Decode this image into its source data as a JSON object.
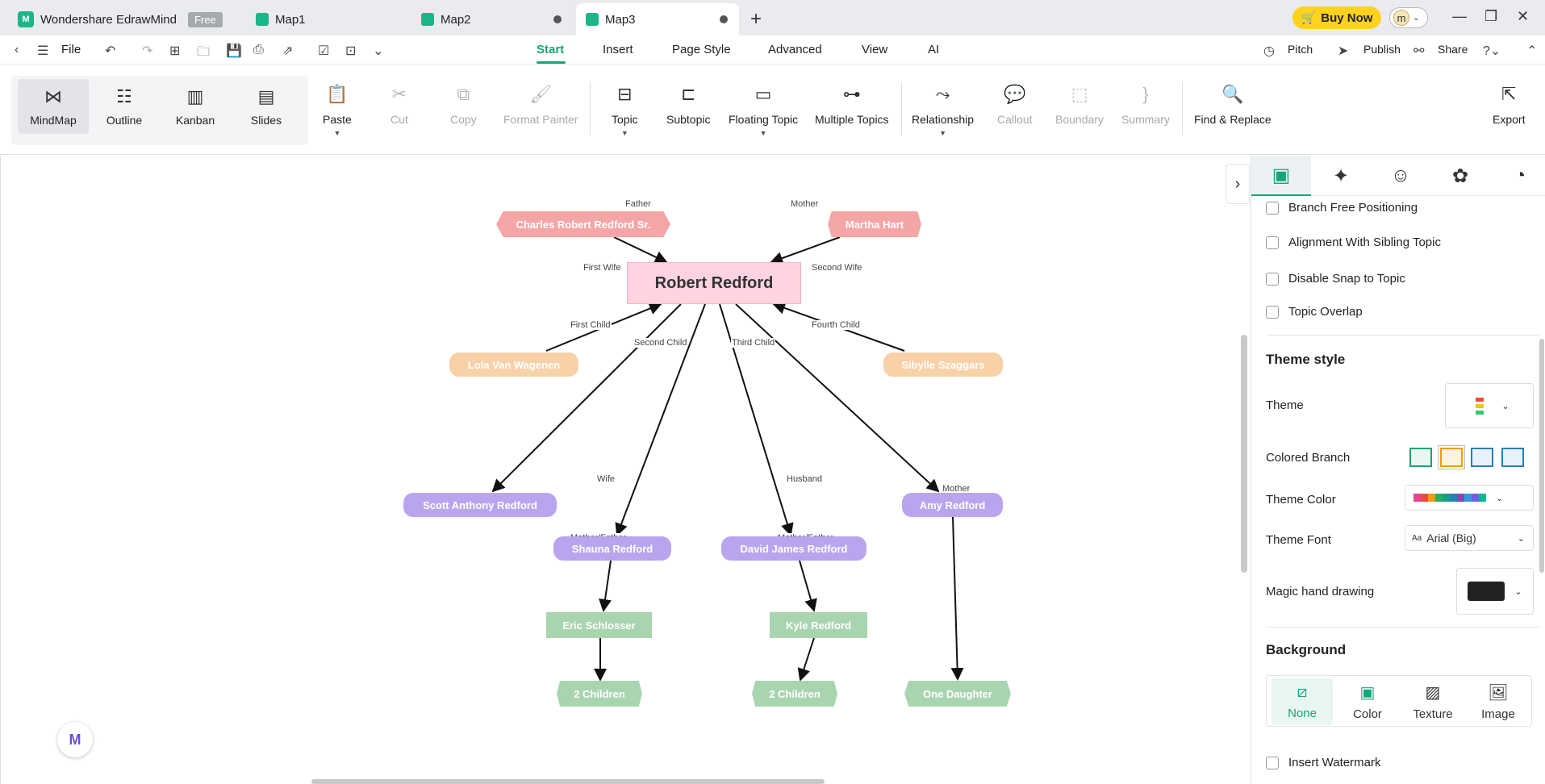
{
  "app": {
    "name": "Wondershare EdrawMind",
    "plan_badge": "Free"
  },
  "tabs": [
    {
      "label": "Map1"
    },
    {
      "label": "Map2"
    },
    {
      "label": "Map3"
    }
  ],
  "titlebar": {
    "buy_now": "Buy Now",
    "avatar_letter": "m"
  },
  "menu": {
    "file": "File",
    "items": [
      "Start",
      "Insert",
      "Page Style",
      "Advanced",
      "View",
      "AI"
    ],
    "active": "Start",
    "right": {
      "pitch": "Pitch",
      "publish": "Publish",
      "share": "Share"
    }
  },
  "ribbon": {
    "views": [
      "MindMap",
      "Outline",
      "Kanban",
      "Slides"
    ],
    "active_view": "MindMap",
    "paste": "Paste",
    "cut": "Cut",
    "copy": "Copy",
    "format_painter": "Format Painter",
    "topic": "Topic",
    "subtopic": "Subtopic",
    "floating_topic": "Floating Topic",
    "multiple_topics": "Multiple Topics",
    "relationship": "Relationship",
    "callout": "Callout",
    "boundary": "Boundary",
    "summary": "Summary",
    "find_replace": "Find & Replace",
    "export": "Export"
  },
  "map": {
    "root": "Robert Redford",
    "nodes": {
      "father": "Charles Robert Redford Sr.",
      "mother": "Martha Hart",
      "first_wife": "Lola Van Wagenen",
      "second_wife": "Sibylle Szaggars",
      "child1": "Scott Anthony Redford",
      "child2": "Shauna Redford",
      "child3": "David James Redford",
      "child4": "Amy Redford",
      "eric": "Eric Schlosser",
      "kyle": "Kyle Redford",
      "children_a": "2 Children",
      "children_b": "2 Children",
      "daughter": "One Daughter"
    },
    "labels": {
      "father": "Father",
      "mother": "Mother",
      "first_wife": "First Wife",
      "second_wife": "Second Wife",
      "first_child": "First Child",
      "second_child": "Second Child",
      "third_child": "Third Child",
      "fourth_child": "Fourth Child",
      "wife": "Wife",
      "husband": "Husband",
      "mf_a": "Mother/Father",
      "mf_b": "Mother/Father",
      "amy_mother": "Mother"
    },
    "colors": {
      "parents": "#f4a6a6",
      "root": "#ffd3df",
      "spouses": "#f9d1a8",
      "children": "#b9a5ee",
      "grand": "#a9d4b0"
    }
  },
  "panel": {
    "options": [
      "Branch Free Positioning",
      "Alignment With Sibling Topic",
      "Disable Snap to Topic",
      "Topic Overlap"
    ],
    "theme_style": "Theme style",
    "theme": "Theme",
    "colored_branch": "Colored Branch",
    "theme_color": "Theme Color",
    "theme_font": "Theme Font",
    "theme_font_value": "Arial (Big)",
    "magic_hand": "Magic hand drawing",
    "background": "Background",
    "bg_options": [
      "None",
      "Color",
      "Texture",
      "Image"
    ],
    "bg_active": "None",
    "insert_watermark": "Insert Watermark"
  }
}
